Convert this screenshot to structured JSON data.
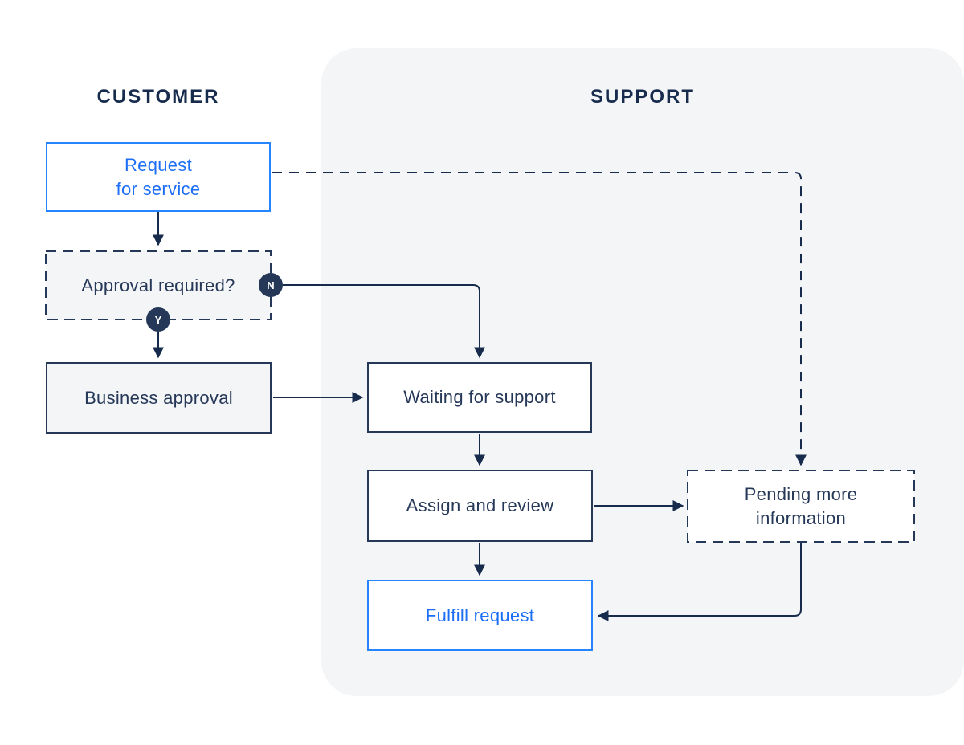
{
  "diagram": {
    "lanes": {
      "customer": "CUSTOMER",
      "support": "SUPPORT"
    },
    "nodes": {
      "request": {
        "label": "Request\nfor service"
      },
      "approval": {
        "label": "Approval required?"
      },
      "business": {
        "label": "Business approval"
      },
      "waiting": {
        "label": "Waiting for support"
      },
      "assign": {
        "label": "Assign and review"
      },
      "pending": {
        "label": "Pending more\ninformation"
      },
      "fulfill": {
        "label": "Fulfill request"
      }
    },
    "badges": {
      "no": "N",
      "yes": "Y"
    },
    "colors": {
      "accent_blue_border": "#2684FF",
      "accent_blue_text": "#1D6EF7",
      "navy": "#253858",
      "line_navy": "#172B4D",
      "lane_panel_bg": "#F4F5F7",
      "box_fill_gray": "#F4F5F7",
      "badge_bg": "#253858",
      "page_bg": "#FFFFFF"
    }
  }
}
